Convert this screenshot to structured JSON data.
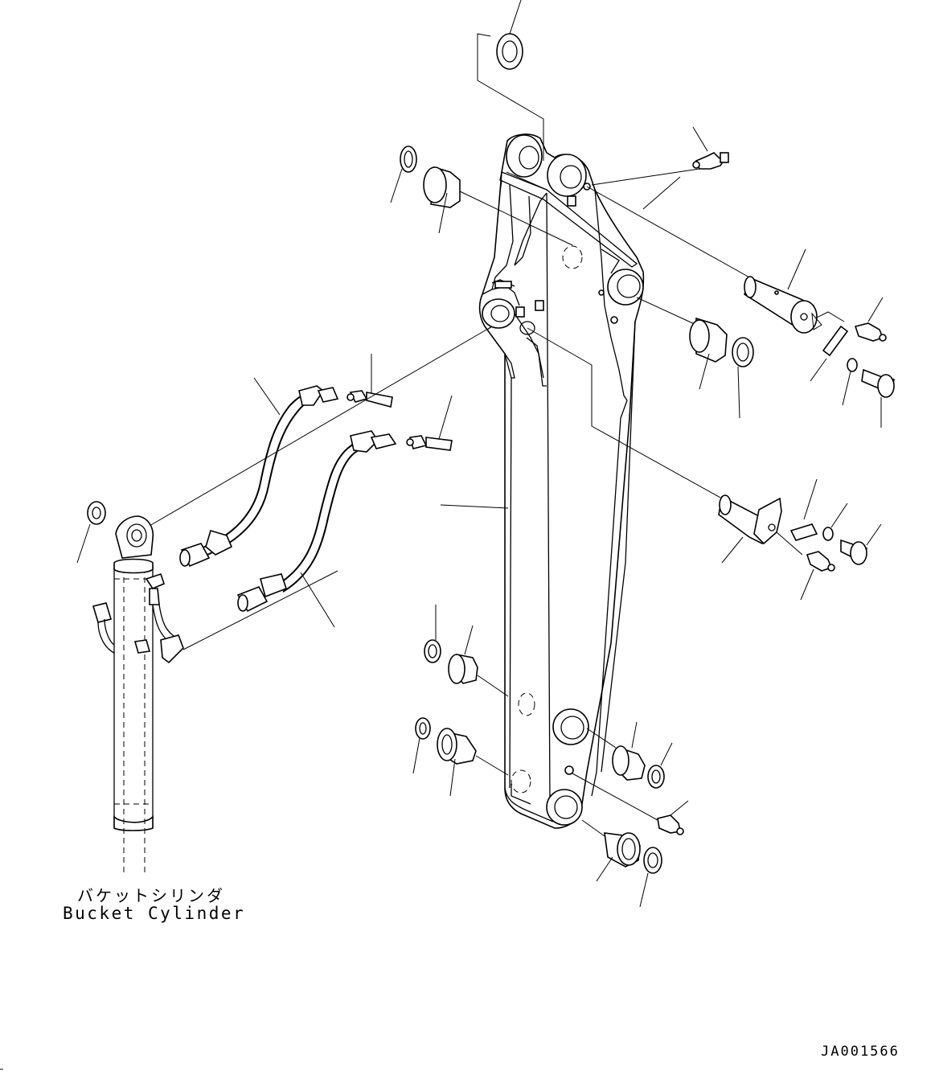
{
  "labels": {
    "bucket_cylinder_jp": "バケットシリンダ",
    "bucket_cylinder_en": "Bucket Cylinder",
    "drawing_code": "JA001566"
  }
}
